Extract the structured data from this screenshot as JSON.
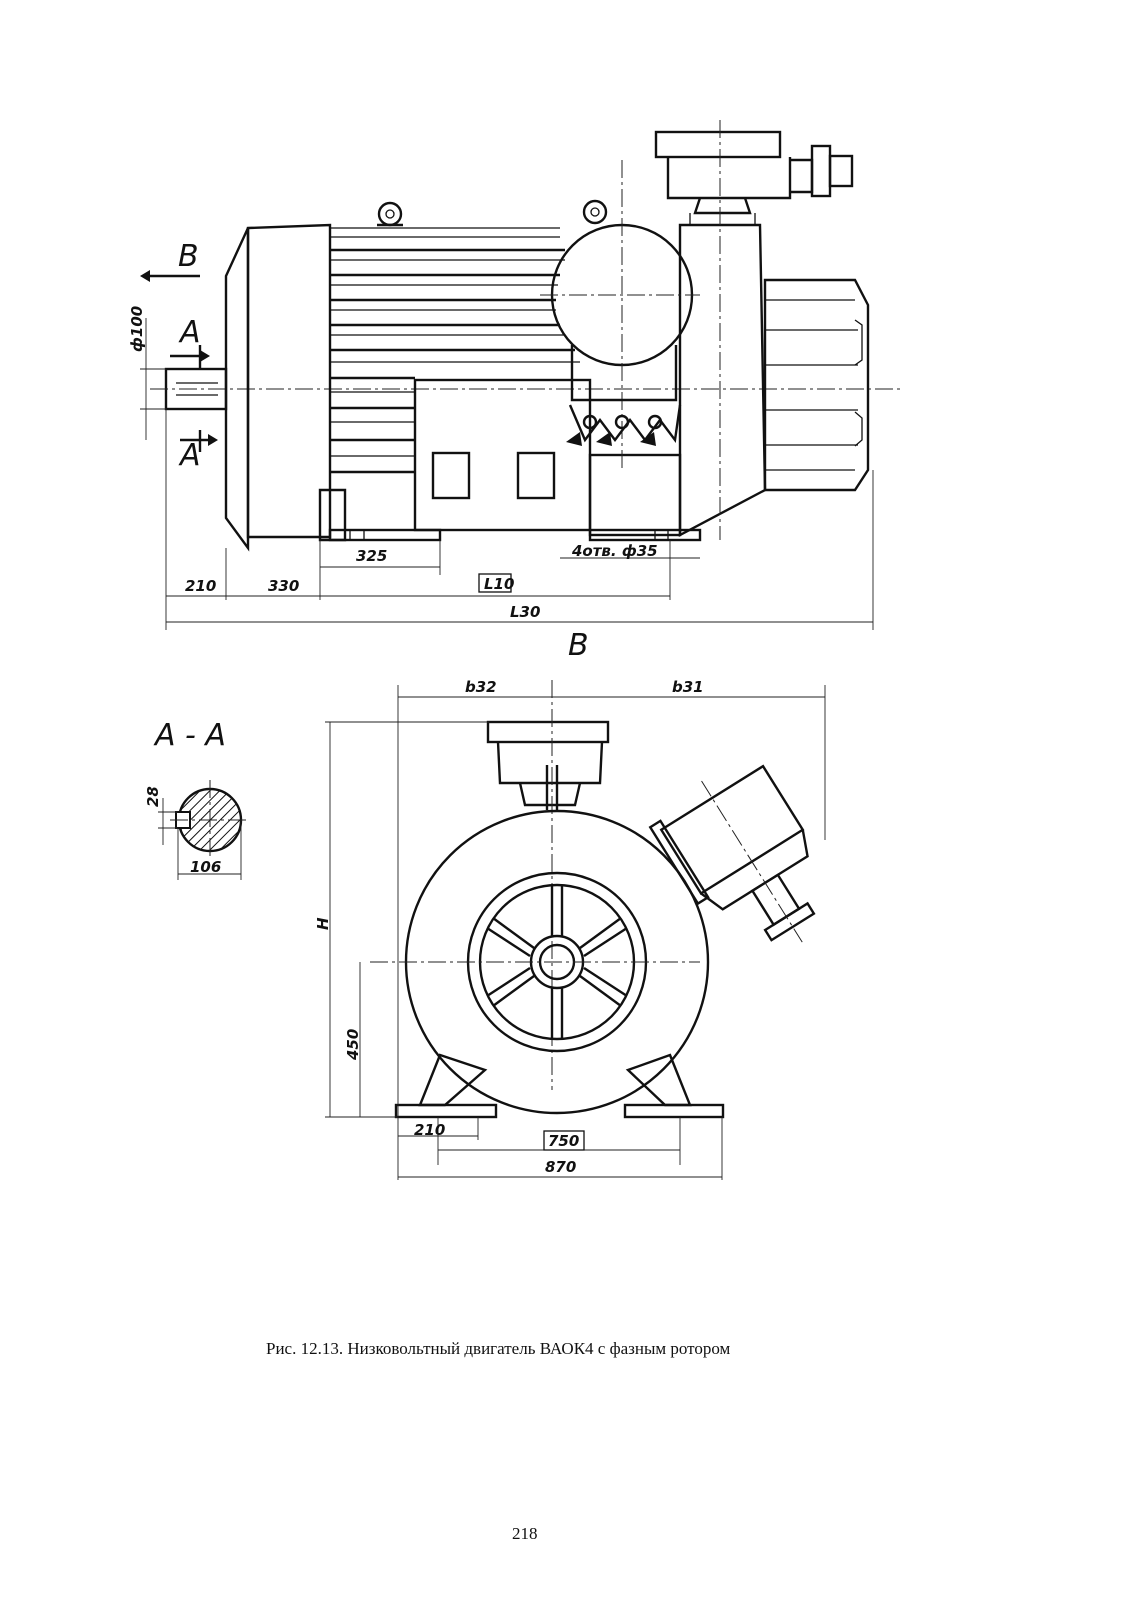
{
  "figure": {
    "caption": "Рис. 12.13. Низковольтный двигатель ВАОК4 с фазным ротором",
    "page_number": "218"
  },
  "side_view": {
    "view_arrow_label": "B",
    "section_label": "A",
    "shaft_diameter": "ф100",
    "dims": {
      "d210": "210",
      "d330": "330",
      "d325": "325",
      "holes": "4отв. ф35",
      "l10": "L10",
      "l30": "L30"
    }
  },
  "front_view": {
    "title": "B",
    "dims": {
      "b32": "b32",
      "b31": "b31",
      "h": "H",
      "d450": "450",
      "d210": "210",
      "d750": "750",
      "d870": "870"
    }
  },
  "section_aa": {
    "title": "A - A",
    "key_width": "28",
    "depth": "106"
  }
}
